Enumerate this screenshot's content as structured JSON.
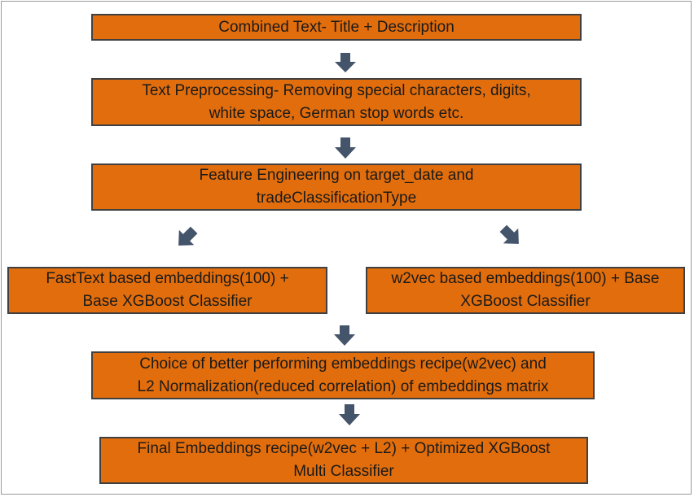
{
  "colors": {
    "box_fill": "#e26d0c",
    "box_border": "#404040",
    "arrow": "#44546a",
    "frame": "#9a9a9a"
  },
  "steps": [
    {
      "lines": [
        "Combined Text- Title + Description"
      ]
    },
    {
      "lines": [
        "Text Preprocessing- Removing special characters, digits,",
        "white space, German stop words etc."
      ]
    },
    {
      "lines": [
        "Feature Engineering on target_date and",
        "tradeClassificationType"
      ]
    },
    {
      "lines": [
        "FastText based embeddings(100) +",
        "Base XGBoost Classifier"
      ]
    },
    {
      "lines": [
        "w2vec based embeddings(100) + Base",
        "XGBoost Classifier"
      ]
    },
    {
      "lines": [
        "Choice of better performing embeddings recipe(w2vec) and",
        "L2 Normalization(reduced correlation) of embeddings matrix"
      ]
    },
    {
      "lines": [
        "Final Embeddings recipe(w2vec + L2) + Optimized XGBoost",
        "Multi Classifier"
      ]
    }
  ],
  "arrows": [
    {
      "from": "step-1",
      "to": "step-2",
      "direction": "down",
      "icon": "arrow-down-icon"
    },
    {
      "from": "step-2",
      "to": "step-3",
      "direction": "down",
      "icon": "arrow-down-icon"
    },
    {
      "from": "step-3",
      "to": "step-4",
      "direction": "down-left",
      "icon": "arrow-down-left-icon"
    },
    {
      "from": "step-3",
      "to": "step-5",
      "direction": "down-right",
      "icon": "arrow-down-right-icon"
    },
    {
      "from": "step-4",
      "to": "step-6",
      "direction": "down",
      "icon": "arrow-down-icon"
    },
    {
      "from": "step-6",
      "to": "step-7",
      "direction": "down",
      "icon": "arrow-down-icon"
    }
  ]
}
